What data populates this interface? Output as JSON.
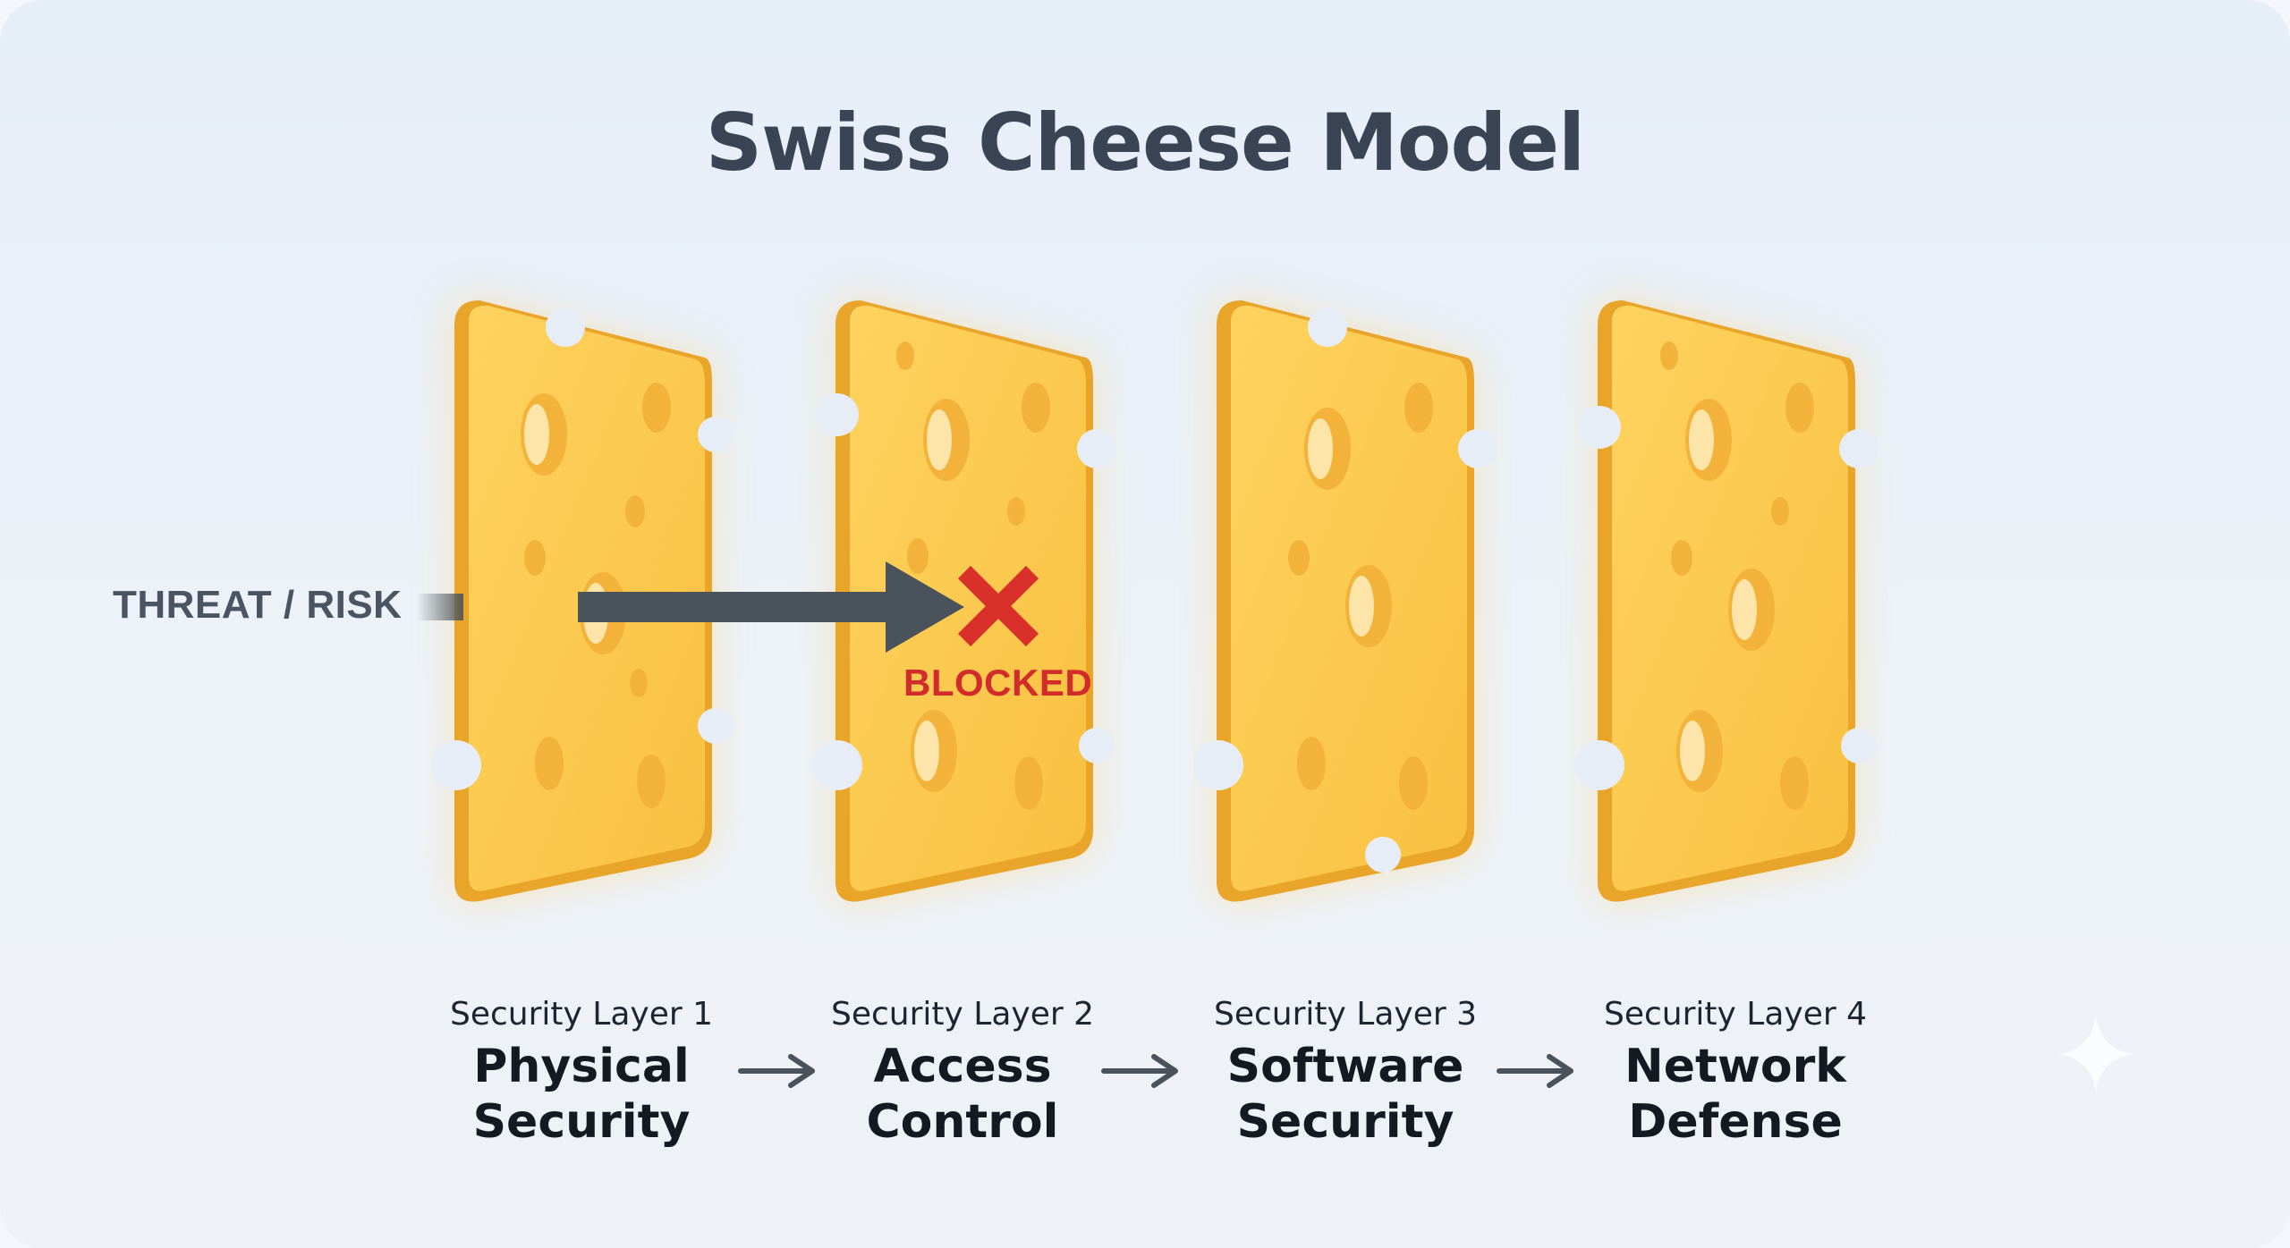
{
  "title": "Swiss Cheese Model",
  "threat_label": "THREAT / RISK",
  "blocked_label": "BLOCKED",
  "layers": [
    {
      "number": "Security Layer 1",
      "name_line1": "Physical",
      "name_line2": "Security"
    },
    {
      "number": "Security Layer 2",
      "name_line1": "Access",
      "name_line2": "Control"
    },
    {
      "number": "Security Layer 3",
      "name_line1": "Software",
      "name_line2": "Security"
    },
    {
      "number": "Security Layer 4",
      "name_line1": "Network",
      "name_line2": "Defense"
    }
  ],
  "icons": {
    "blocked": "x-mark-icon",
    "flow": "arrow-right-icon",
    "decor": "sparkle-icon"
  },
  "colors": {
    "cheese": "#fbc44a",
    "cheese_edge": "#e9a52a",
    "hole": "#f3b33b",
    "threat_arrow": "#4a525c",
    "blocked": "#d12b2b",
    "title": "#3a4454"
  }
}
